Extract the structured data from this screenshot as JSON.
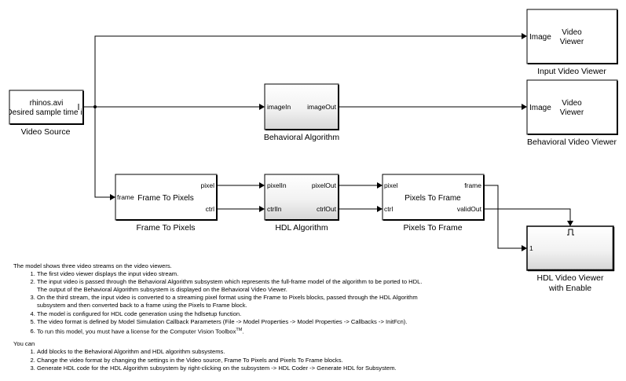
{
  "blocks": {
    "video_source": {
      "line1": "rhinos.avi",
      "line2": "Desired sample time is",
      "caption": "Video Source"
    },
    "input_viewer": {
      "port": "Image",
      "text1": "Video",
      "text2": "Viewer",
      "caption": "Input Video Viewer"
    },
    "behavioral_algorithm": {
      "in_port": "imageIn",
      "out_port": "imageOut",
      "caption": "Behavioral Algorithm"
    },
    "behavioral_viewer": {
      "port": "Image",
      "text1": "Video",
      "text2": "Viewer",
      "caption": "Behavioral Video Viewer"
    },
    "frame_to_pixels": {
      "in_port": "frame",
      "title": "Frame To Pixels",
      "out_port1": "pixel",
      "out_port2": "ctrl",
      "caption": "Frame To Pixels"
    },
    "hdl_algorithm": {
      "in_port1": "pixelIn",
      "in_port2": "ctrlIn",
      "out_port1": "pixelOut",
      "out_port2": "ctrlOut",
      "caption": "HDL Algorithm"
    },
    "pixels_to_frame": {
      "in_port1": "pixel",
      "in_port2": "ctrl",
      "title": "Pixels To Frame",
      "out_port1": "frame",
      "out_port2": "validOut",
      "caption": "Pixels To Frame"
    },
    "hdl_viewer": {
      "port": "1",
      "enable_symbol": "⎍",
      "caption1": "HDL Video Viewer",
      "caption2": "with Enable"
    }
  },
  "notes": {
    "intro": "The model shows three video streams on the video viewers.",
    "items": [
      "The first video viewer displays the input video stream.",
      "The input video is passed through the Behavioral Algorithm subsystem which represents the full-frame model of the algorithm to be ported to HDL.",
      "The output of the Behavioral Algorithm subsystem is displayed on the Behavioral Video Viewer.",
      "On the third stream, the input video is converted to a streaming pixel format using the Frame to Pixels blocks, passed through the HDL Algorithm",
      "subsystem and then converted back to a frame using the Pixels to Frame block.",
      "The model is configured for HDL code generation using the hdlsetup function.",
      "The video format is defined by Model Simulation Callback Parameters (File -> Model Properties -> Model Properties -> Callbacks -> InitFcn).",
      "To run this model, you must have a license for the Computer Vision Toolbox",
      "TM",
      "."
    ],
    "you_can": "You can",
    "tasks": [
      "Add blocks to the Behavioral Algorithm and HDL algorithm subsystems.",
      "Change the video format by changing the settings in the Video source, Frame To Pixels and Pixels To Frame blocks.",
      "Generate HDL code for the HDL Algorithm subsystem by right-clicking on the subsystem -> HDL Coder -> Generate HDL for Subsystem."
    ]
  }
}
